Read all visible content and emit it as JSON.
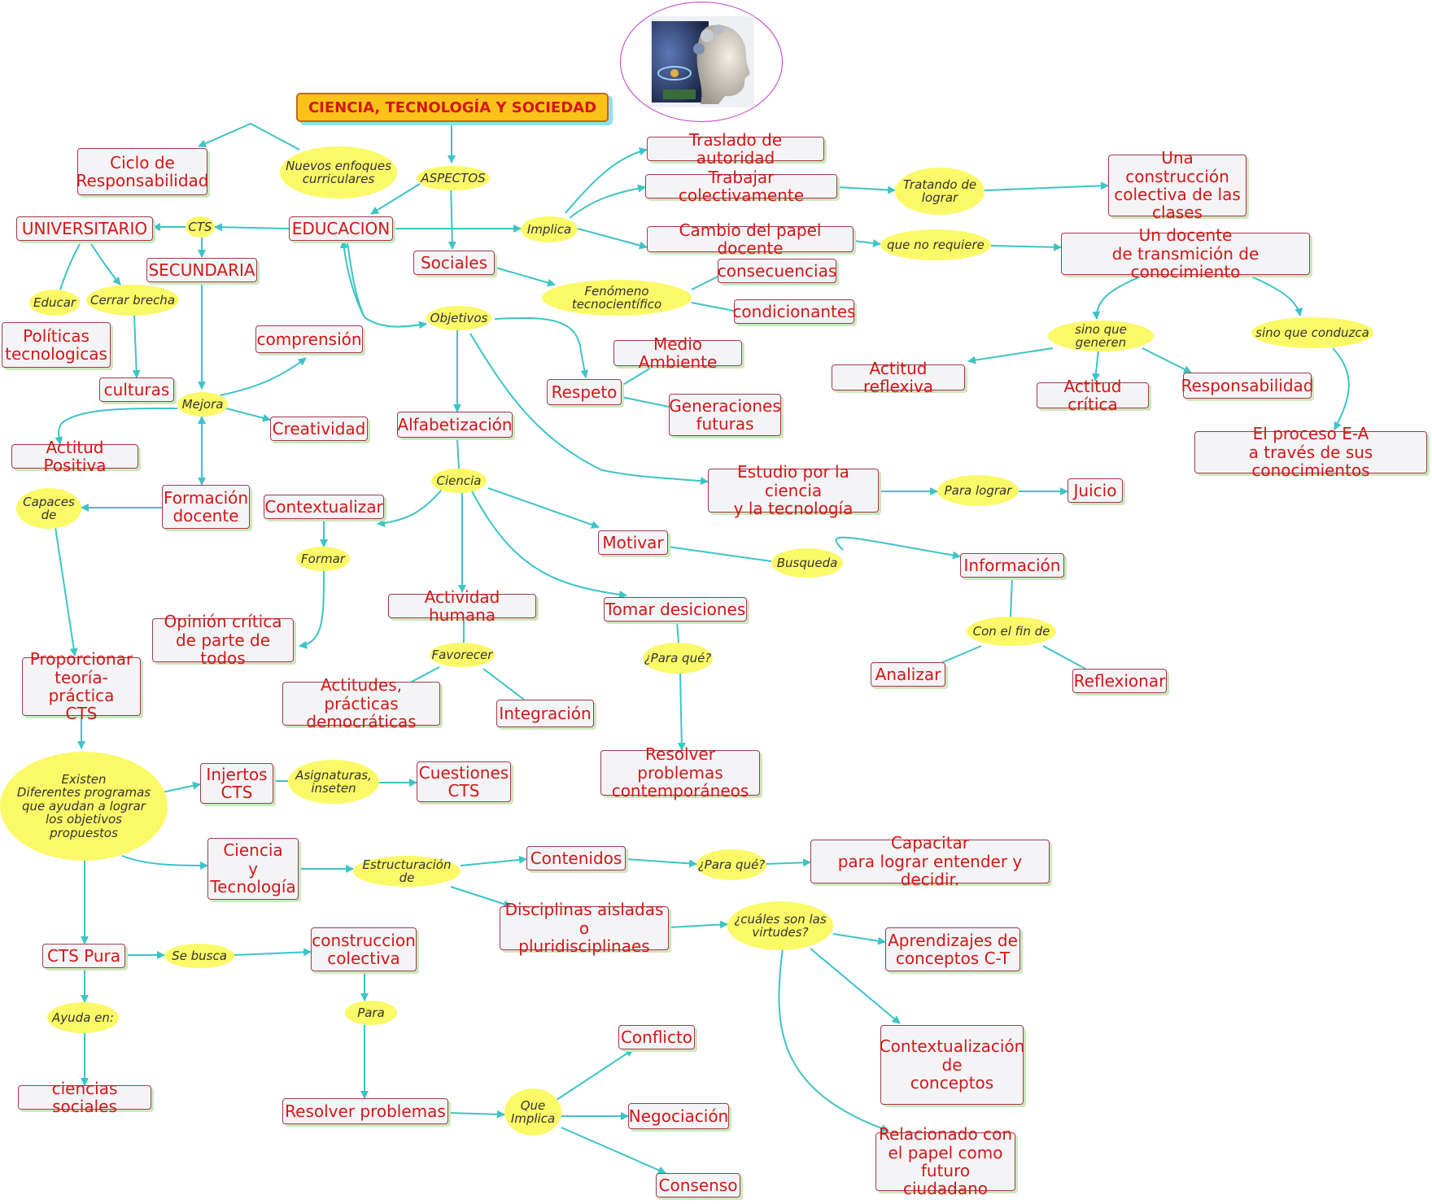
{
  "title": "CIENCIA, TECNOLOGÍA Y SOCIEDAD",
  "picture_icon": "head-with-science-collage-icon",
  "colors": {
    "node_text": "#d21717",
    "node_border": "#a03a4c",
    "node_fill": "#f4f4f6",
    "link_fill": "#fcf968",
    "edge": "#3cc4c6",
    "title_fill": "#fbc21a"
  },
  "nodes": {
    "ciclo": "Ciclo de\nResponsabilidad",
    "universitario": "UNIVERSITARIO",
    "educacion": "EDUCACION",
    "secundaria": "SECUNDARIA",
    "sociales": "Sociales",
    "politicas": "Políticas\ntecnologicas",
    "culturas": "culturas",
    "comprension": "comprensión",
    "creatividad": "Creatividad",
    "actitud_positiva": "Actitud Positiva",
    "formacion": "Formación\ndocente",
    "traslado": "Traslado de autoridad",
    "trabajar": "Trabajar colectivamente",
    "cambio": "Cambio del papel docente",
    "construccion_clases": "Una construcción\ncolectiva de las\nclases",
    "docente_transmicion": "Un docente\nde transmición de conocimiento",
    "consecuencias": "consecuencias",
    "condicionantes": "condicionantes",
    "medio_ambiente": "Medio Ambiente",
    "respeto": "Respeto",
    "generaciones": "Generaciones\nfuturas",
    "alfabetizacion": "Alfabetización",
    "actitud_reflexiva": "Actitud reflexiva",
    "actitud_critica": "Actitud crítica",
    "responsabilidad": "Responsabilidad",
    "proceso_ea": "El proceso E-A\na través de sus conocimientos",
    "estudio": "Estudio por la ciencia\ny la tecnología",
    "juicio": "Juicio",
    "contextualizar": "Contextualizar",
    "motivar": "Motivar",
    "informacion": "Información",
    "opinion": "Opinión crítica\nde parte de todos",
    "actividad_humana": "Actividad humana",
    "tomar_desiciones": "Tomar desiciones",
    "analizar": "Analizar",
    "reflexionar": "Reflexionar",
    "proporcionar": "Proporcionar\nteoría-práctica\nCTS",
    "actitudes": "Actitudes, prácticas\ndemocráticas",
    "integracion": "Integración",
    "resolver_contemp": "Resolver problemas\ncontemporáneos",
    "injertos": "Injertos\nCTS",
    "cuestiones": "Cuestiones\nCTS",
    "ciencia_tecnologia": "Ciencia\ny\nTecnología",
    "contenidos": "Contenidos",
    "capacitar": "Capacitar\npara lograr entender y decidir.",
    "disciplinas": "Disciplinas aisladas o\npluridisciplinaes",
    "cts_pura": "CTS Pura",
    "construccion_colectiva": "construccion\ncolectiva",
    "aprendizajes": "Aprendizajes de\nconceptos C-T",
    "conflicto": "Conflicto",
    "contextualizacion": "Contextualización\nde\nconceptos",
    "ciencias_sociales": "ciencias sociales",
    "resolver_problemas": "Resolver  problemas",
    "negociacion": "Negociación",
    "relacionado": "Relacionado con\nel papel como\nfuturo ciudadano",
    "consenso": "Consenso"
  },
  "links": {
    "nuevos_enfoques": "Nuevos enfoques\ncurriculares",
    "aspectos": "ASPECTOS",
    "cts": "CTS",
    "implica": "Implica",
    "tratando": "Tratando de\nlograr",
    "que_no_requiere": "que no requiere",
    "educar": "Educar",
    "cerrar_brecha": "Cerrar brecha",
    "fenomeno": "Fenómeno tecnocientífico",
    "objetivos": "Objetivos",
    "sino_que_generen": "sino que generen",
    "sino_que_conduzca": "sino que conduzca",
    "mejora": "Mejora",
    "capaces_de": "Capaces\nde",
    "ciencia": "Ciencia",
    "para_lograr": "Para lograr",
    "formar": "Formar",
    "busqueda": "Busqueda",
    "con_el_fin": "Con el fin de",
    "favorecer": "Favorecer",
    "para_que_1": "¿Para qué?",
    "existen": "Existen\nDiferentes programas\nque ayudan a lograr\nlos objetivos\npropuestos",
    "asignaturas": "Asignaturas,\ninseten",
    "estructuracion": "Estructuración de",
    "para_que_2": "¿Para qué?",
    "cuales_virtudes": "¿cuáles son las\nvirtudes?",
    "se_busca": "Se busca",
    "ayuda_en": "Ayuda en:",
    "para": "Para",
    "que_implica": "Que\nImplica"
  }
}
